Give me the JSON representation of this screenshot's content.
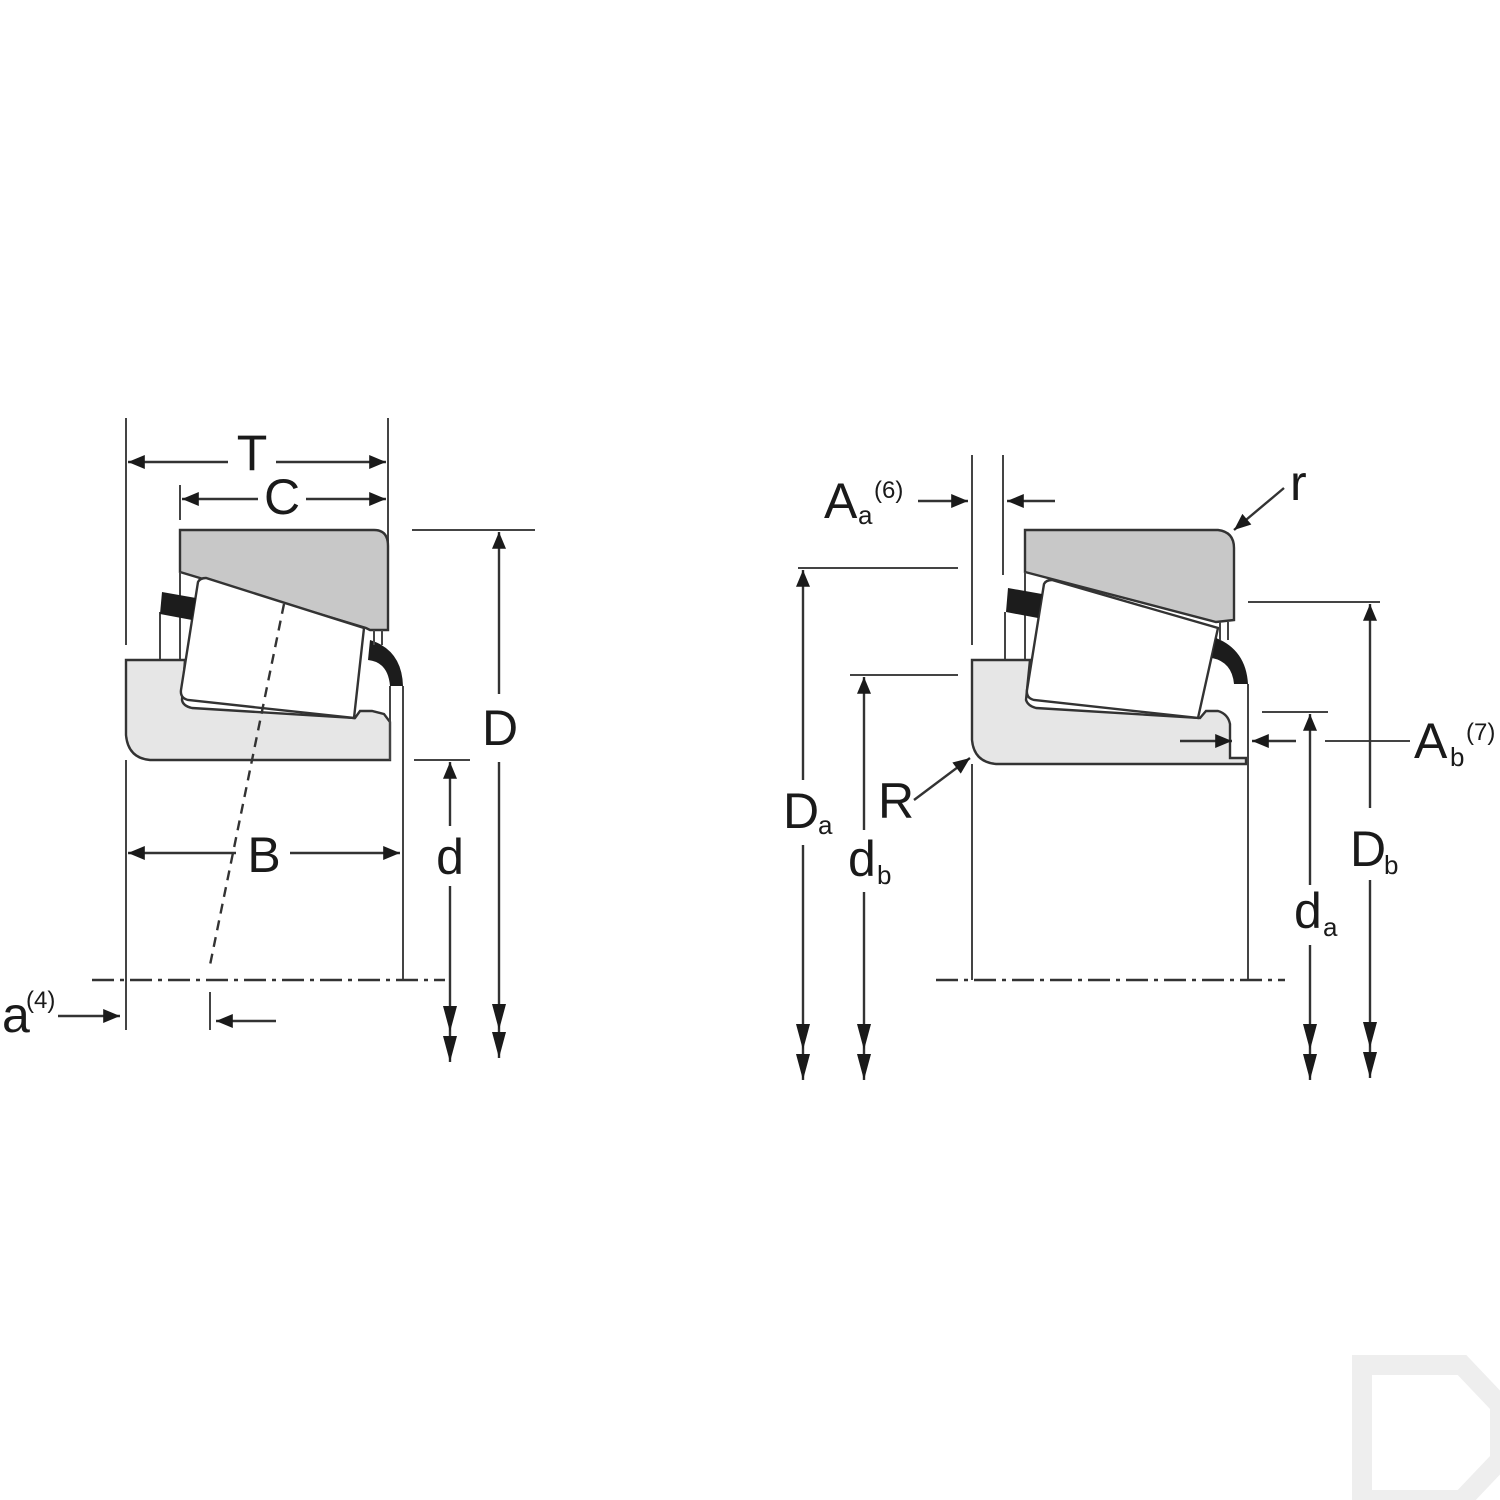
{
  "diagram": {
    "type": "tapered-roller-bearing-dimensions",
    "colors": {
      "cup_fill": "#c8c8c8",
      "cone_fill": "#e6e6e6",
      "roller_fill": "#ffffff",
      "cage_fill": "#1c1c1c",
      "line": "#333333",
      "logo": "#eeeeee"
    },
    "left_view": {
      "labels": {
        "T": "T",
        "C": "C",
        "D": "D",
        "B": "B",
        "d": "d",
        "a": "a",
        "a_note": "(4)"
      }
    },
    "right_view": {
      "labels": {
        "Aa": "A",
        "Aa_sub": "a",
        "Aa_note": "(6)",
        "r": "r",
        "R": "R",
        "Da": "D",
        "Da_sub": "a",
        "db": "d",
        "db_sub": "b",
        "da": "d",
        "da_sub": "a",
        "Db": "D",
        "Db_sub": "b",
        "Ab": "A",
        "Ab_sub": "b",
        "Ab_note": "(7)"
      }
    }
  }
}
